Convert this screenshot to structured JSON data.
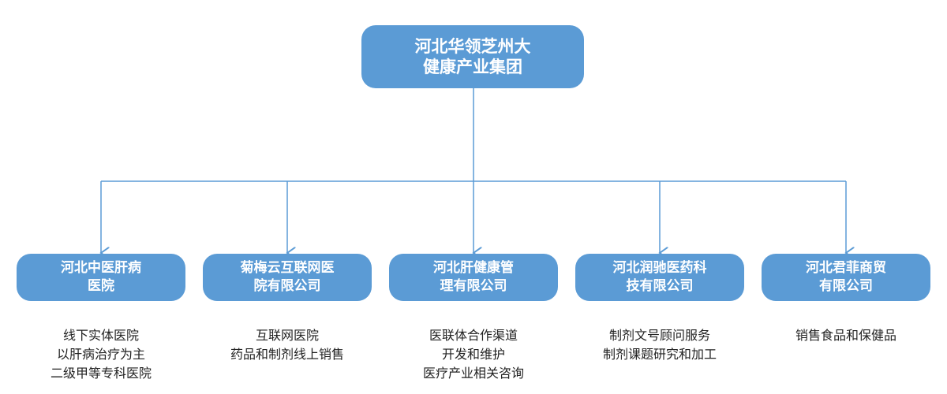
{
  "root": {
    "line1": "河北华领芝州大",
    "line2": "健康产业集团"
  },
  "children": [
    {
      "line1": "河北中医肝病",
      "line2": "医院",
      "desc": [
        "线下实体医院",
        "以肝病治疗为主",
        "二级甲等专科医院"
      ]
    },
    {
      "line1": "菊梅云互联网医",
      "line2": "院有限公司",
      "desc": [
        "互联网医院",
        "药品和制剂线上销售"
      ]
    },
    {
      "line1": "河北肝健康管",
      "line2": "理有限公司",
      "desc": [
        "医联体合作渠道",
        "开发和维护",
        "医疗产业相关咨询"
      ]
    },
    {
      "line1": "河北润驰医药科",
      "line2": "技有限公司",
      "desc": [
        "制剂文号顾问服务",
        "制剂课题研究和加工"
      ]
    },
    {
      "line1": "河北君菲商贸",
      "line2": "有限公司",
      "desc": [
        "销售食品和保健品"
      ]
    }
  ],
  "colors": {
    "node": "#5b9bd5",
    "connector": "#5b9bd5"
  }
}
